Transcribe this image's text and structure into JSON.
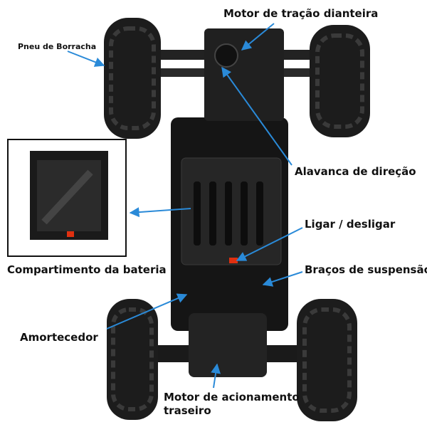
{
  "labels": {
    "front_motor": "Motor de tração dianteira",
    "tire": "Pneu de Borracha",
    "steering": "Alavanca de direção",
    "power": "Ligar / desligar",
    "battery": "Compartimento da bateria",
    "suspension": "Braços de suspensão",
    "shock": "Amortecedor",
    "rear_motor_line1": "Motor de acionamento",
    "rear_motor_line2": "traseiro"
  },
  "colors": {
    "arrow": "#2a8ad8",
    "body": "#151515",
    "tire": "#1c1c1c",
    "switch": "#e03010"
  }
}
